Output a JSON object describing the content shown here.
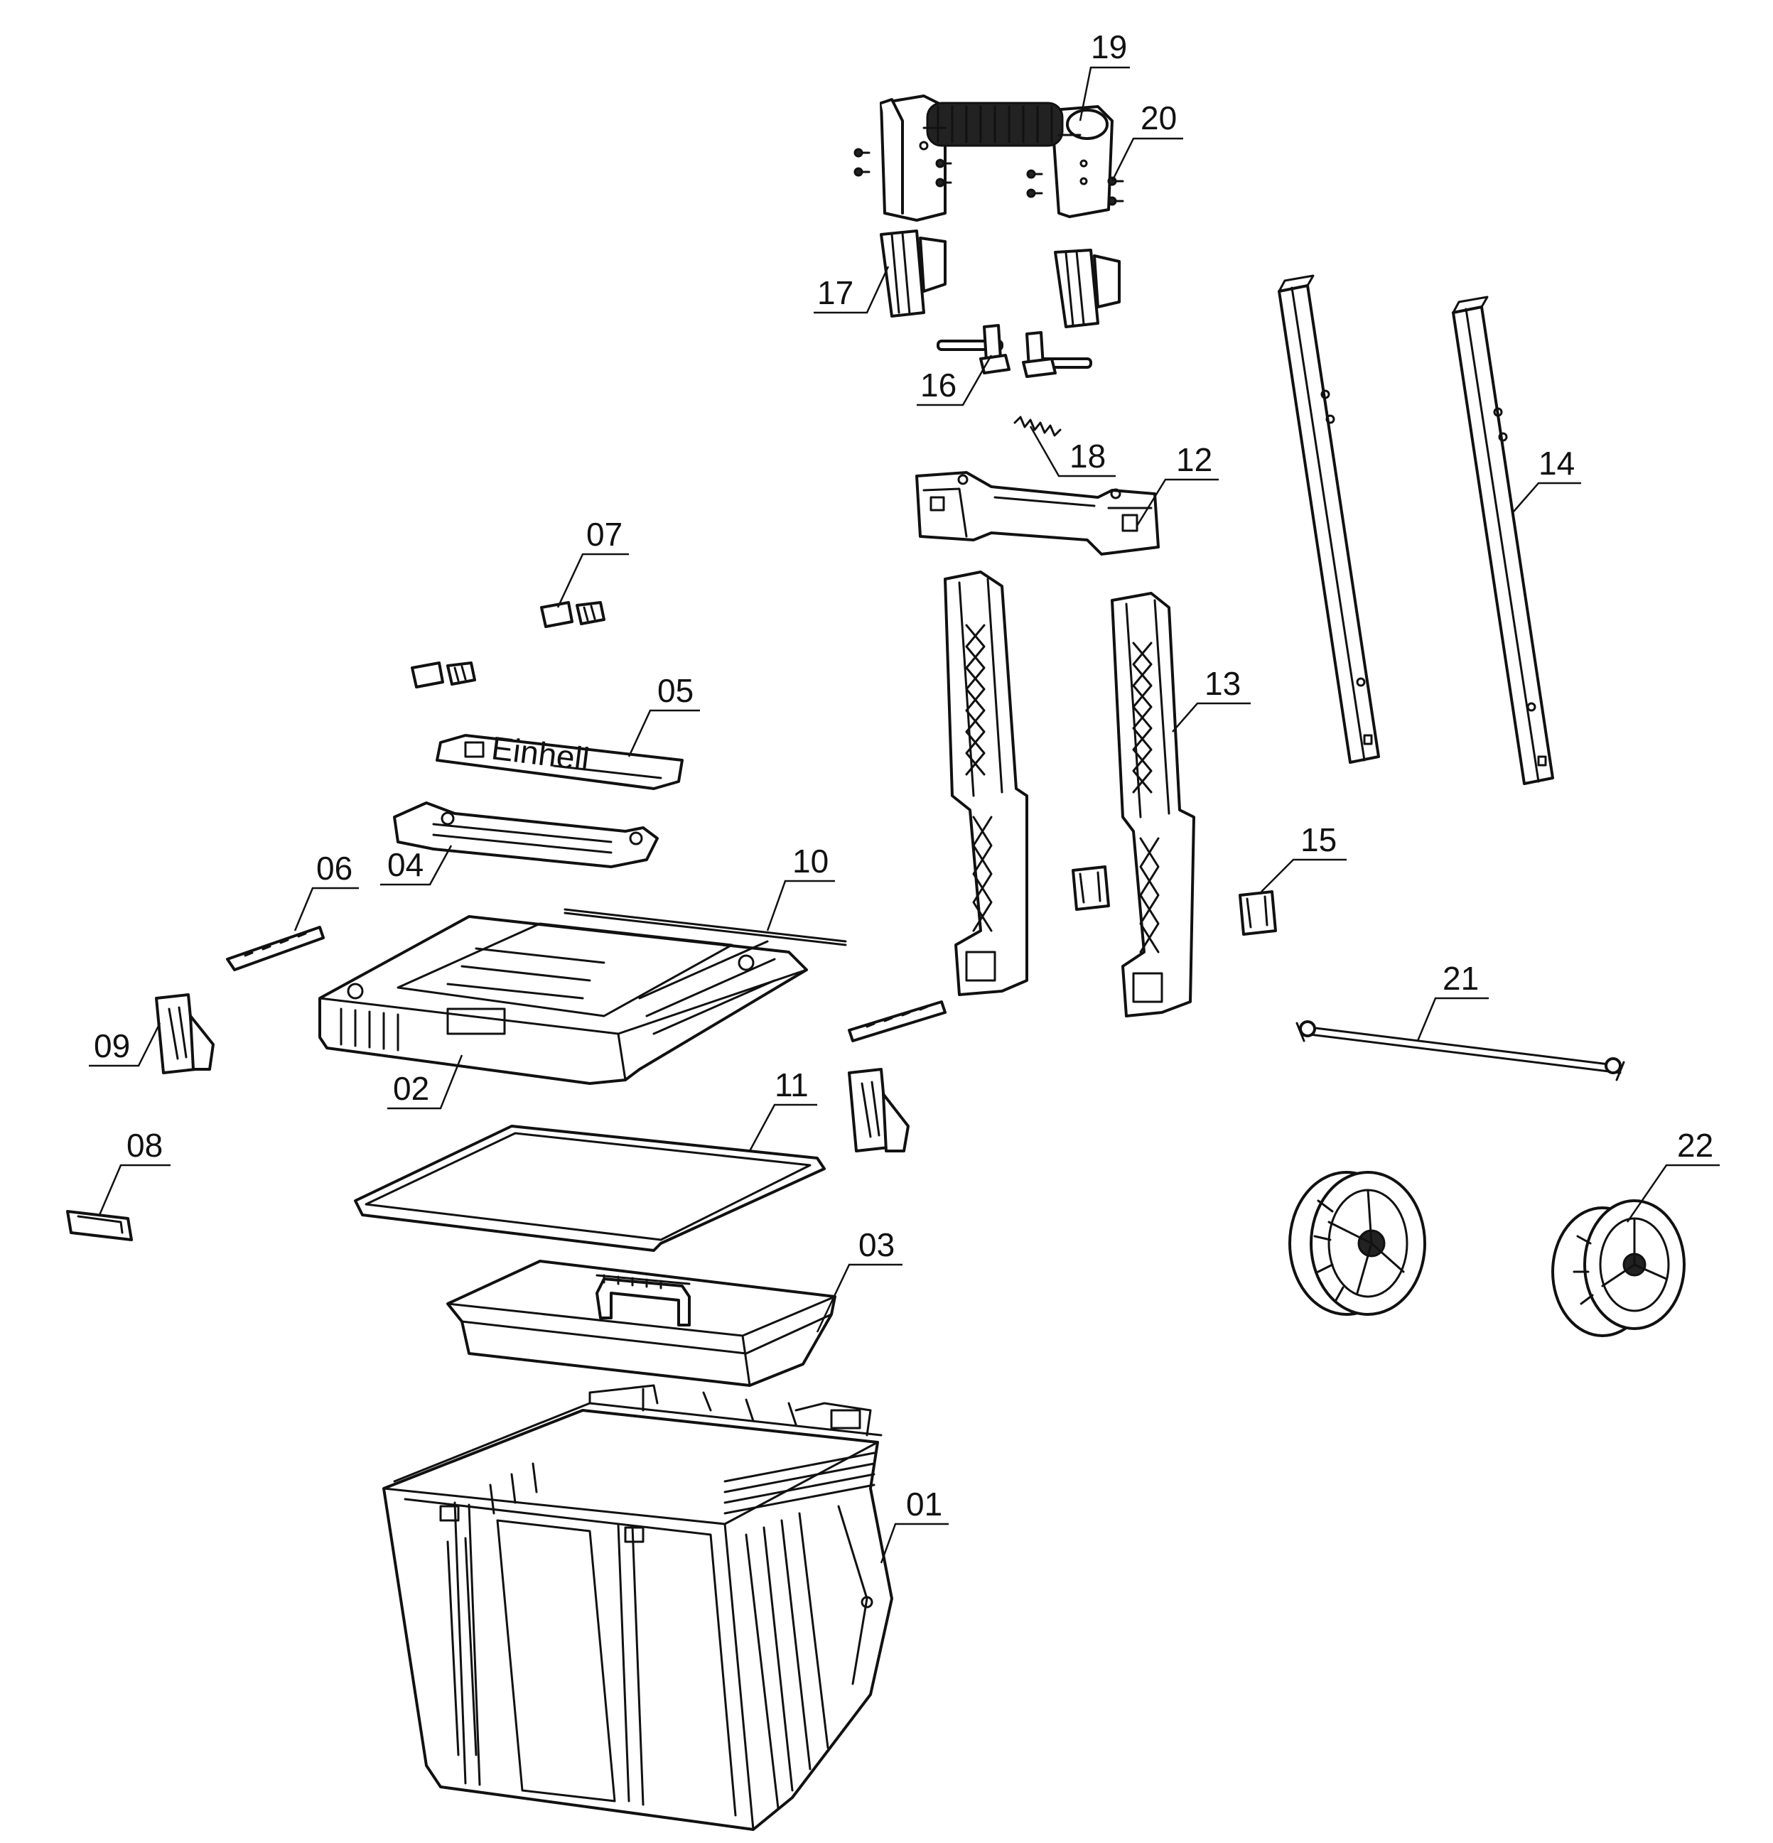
{
  "diagram": {
    "type": "exploded-parts-view",
    "callouts": [
      {
        "id": "p19",
        "label": "19"
      },
      {
        "id": "p20",
        "label": "20"
      },
      {
        "id": "p17",
        "label": "17"
      },
      {
        "id": "p16",
        "label": "16"
      },
      {
        "id": "p18",
        "label": "18"
      },
      {
        "id": "p12",
        "label": "12"
      },
      {
        "id": "p14",
        "label": "14"
      },
      {
        "id": "p07",
        "label": "07"
      },
      {
        "id": "p05",
        "label": "05"
      },
      {
        "id": "p13",
        "label": "13"
      },
      {
        "id": "p10",
        "label": "10"
      },
      {
        "id": "p04",
        "label": "04"
      },
      {
        "id": "p06",
        "label": "06"
      },
      {
        "id": "p15",
        "label": "15"
      },
      {
        "id": "p21",
        "label": "21"
      },
      {
        "id": "p09",
        "label": "09"
      },
      {
        "id": "p02",
        "label": "02"
      },
      {
        "id": "p11",
        "label": "11"
      },
      {
        "id": "p22",
        "label": "22"
      },
      {
        "id": "p08",
        "label": "08"
      },
      {
        "id": "p03",
        "label": "03"
      },
      {
        "id": "p01",
        "label": "01"
      }
    ],
    "lid_brand_text": "Einhell",
    "colors": {
      "line": "#111111",
      "background": "#ffffff"
    }
  }
}
